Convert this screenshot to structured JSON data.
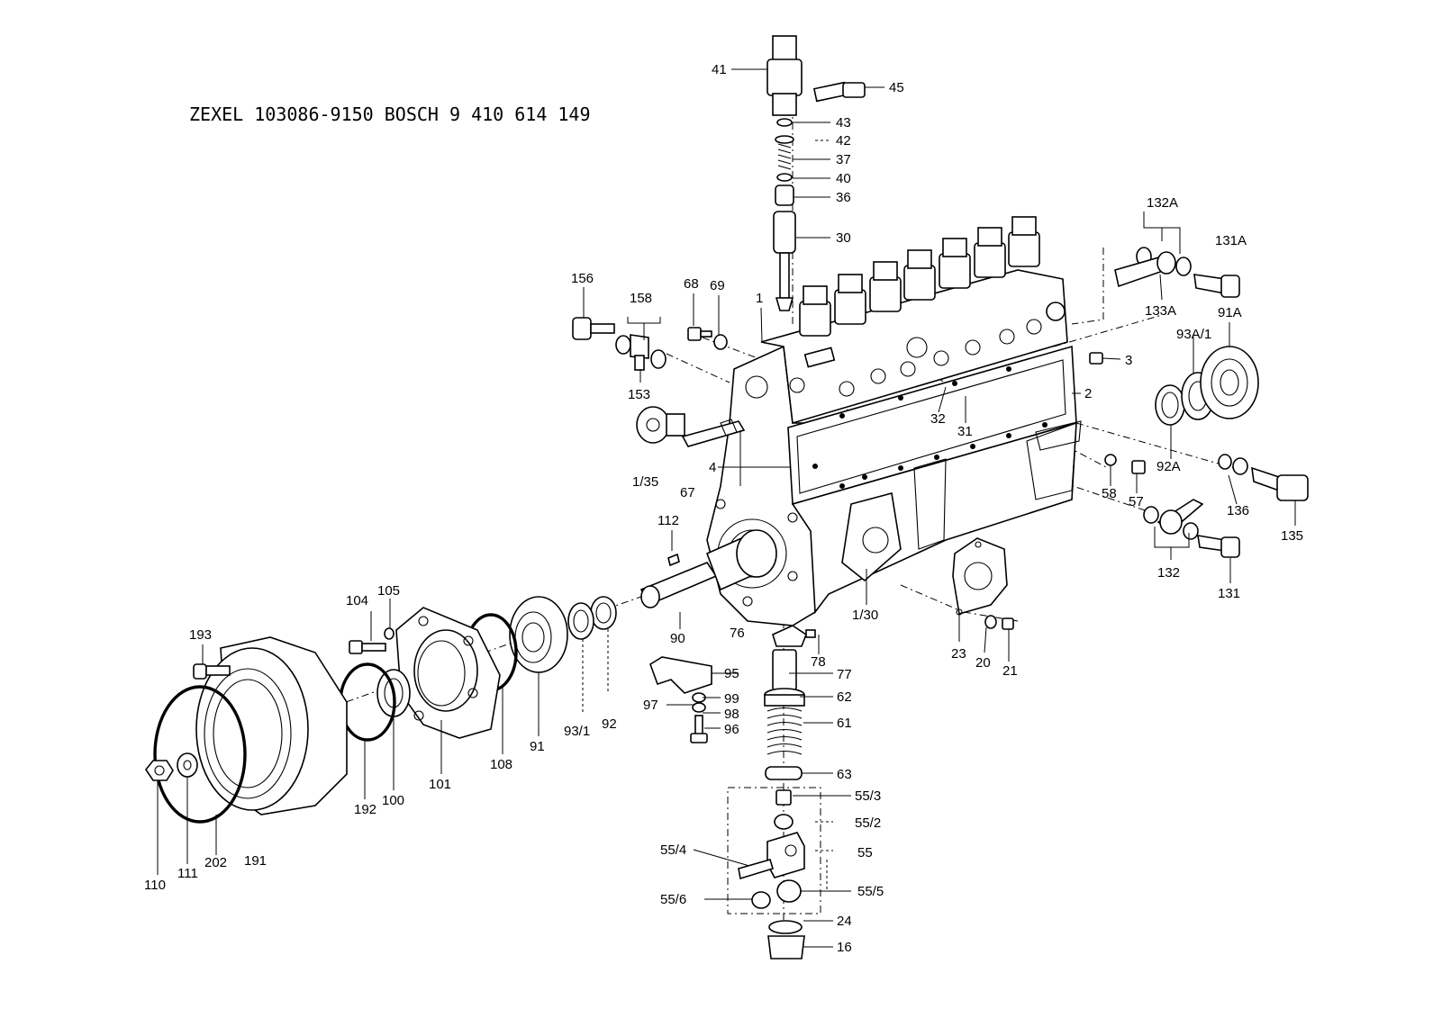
{
  "title": "ZEXEL  103086-9150  BOSCH  9 410 614 149",
  "labels": {
    "l41": "41",
    "l45": "45",
    "l43": "43",
    "l42": "42",
    "l37": "37",
    "l40": "40",
    "l36": "36",
    "l30": "30",
    "l1": "1",
    "l68": "68",
    "l69": "69",
    "l156": "156",
    "l158": "158",
    "l153": "153",
    "l132A": "132A",
    "l131A": "131A",
    "l133A": "133A",
    "l93A1": "93A/1",
    "l91A": "91A",
    "l3": "3",
    "l2": "2",
    "l32": "32",
    "l31": "31",
    "l92A": "92A",
    "l4": "4",
    "l135": "135",
    "l136": "136",
    "l58": "58",
    "l57": "57",
    "l67": "67",
    "l1_35": "1/35",
    "l112": "112",
    "l132": "132",
    "l131": "131",
    "l1_30": "1/30",
    "l23": "23",
    "l20": "20",
    "l21": "21",
    "l104": "104",
    "l105": "105",
    "l90": "90",
    "l76": "76",
    "l78": "78",
    "l193": "193",
    "l95": "95",
    "l77": "77",
    "l97": "97",
    "l99": "99",
    "l98": "98",
    "l96": "96",
    "l62": "62",
    "l61": "61",
    "l63": "63",
    "l93_1": "93/1",
    "l92": "92",
    "l91": "91",
    "l108": "108",
    "l101": "101",
    "l100": "100",
    "l192": "192",
    "l110": "110",
    "l111": "111",
    "l202": "202",
    "l191": "191",
    "l55_3": "55/3",
    "l55_2": "55/2",
    "l55": "55",
    "l55_4": "55/4",
    "l55_5": "55/5",
    "l55_6": "55/6",
    "l24": "24",
    "l16": "16"
  }
}
